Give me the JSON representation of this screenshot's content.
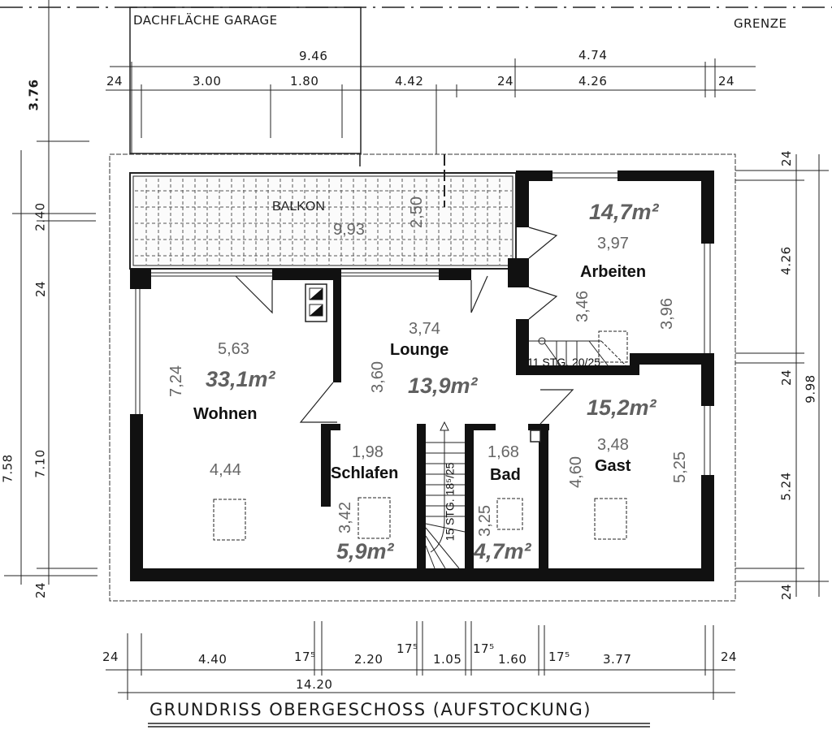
{
  "title": "GRUNDRISS OBERGESCHOSS (AUFSTOCKUNG)",
  "labels": {
    "garage_roof": "DACHFLÄCHE GARAGE",
    "boundary": "GRENZE",
    "balcony": "BALKON"
  },
  "rooms": [
    {
      "name": "Wohnen",
      "area": "33,1m²",
      "dims": [
        "5,63",
        "7,24",
        "4,44"
      ]
    },
    {
      "name": "Lounge",
      "area": "13,9m²",
      "dims": [
        "3,74",
        "3,60"
      ]
    },
    {
      "name": "Arbeiten",
      "area": "14,7m²",
      "dims": [
        "3,97",
        "3,46",
        "3,96"
      ]
    },
    {
      "name": "Schlafen",
      "area": "5,9m²",
      "dims": [
        "1,98",
        "3,42"
      ]
    },
    {
      "name": "Bad",
      "area": "4,7m²",
      "dims": [
        "1,68",
        "3,25"
      ]
    },
    {
      "name": "Gast",
      "area": "15,2m²",
      "dims": [
        "3,48",
        "4,60",
        "5,25"
      ]
    }
  ],
  "balcony_dims": [
    "9,93",
    "2,50"
  ],
  "stairs": [
    {
      "label": "11 STG. 20/25"
    },
    {
      "label": "15 STG. 18⁵/25"
    }
  ],
  "dimensions": {
    "top_row1": [
      "9.46",
      "4.74"
    ],
    "top_row2": [
      "24",
      "3.00",
      "1.80",
      "4.42",
      "24",
      "4.26",
      "24"
    ],
    "left_outer": [
      "3.76",
      "7.58"
    ],
    "left_inner": [
      "2.40",
      "24",
      "7.10",
      "24"
    ],
    "right_inner": [
      "24",
      "4.26",
      "24",
      "5.24",
      "24"
    ],
    "right_outer": [
      "9.98"
    ],
    "bottom_row": [
      "24",
      "4.40",
      "17⁵",
      "2.20",
      "17⁵",
      "1.05",
      "17⁵",
      "1.60",
      "17⁵",
      "3.77",
      "24"
    ],
    "bottom_total": "14.20"
  },
  "colors": {
    "wall": "#111111",
    "dim_text": "#666666",
    "area_text": "#606060",
    "line": "#222222"
  }
}
